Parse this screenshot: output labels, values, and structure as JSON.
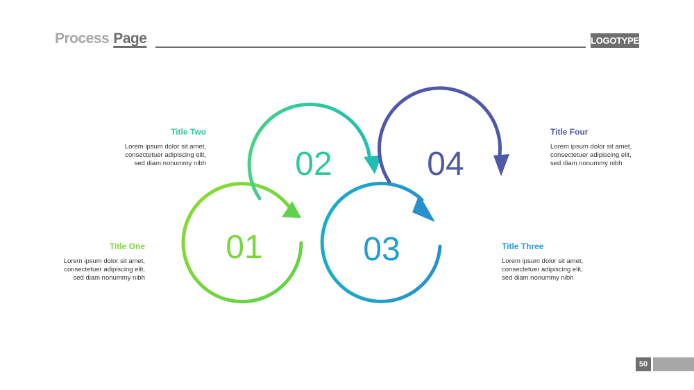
{
  "header": {
    "title_light": "Process",
    "title_dark": "Page",
    "logo": "LOGOTYPE"
  },
  "steps": [
    {
      "number": "01",
      "title": "Title One",
      "lines": [
        "Lorem ipsum dolor sit amet,",
        "consectetuer adipiscing elit,",
        "sed diam nonummy nibh"
      ],
      "color": "#7ad63a"
    },
    {
      "number": "02",
      "title": "Title Two",
      "lines": [
        "Lorem ipsum dolor sit amet,",
        "consectetuer adipiscing elit,",
        "sed diam nonummy nibh"
      ],
      "color": "#2ec89c"
    },
    {
      "number": "03",
      "title": "Title Three",
      "lines": [
        "Lorem ipsum dolor sit amet,",
        "consectetuer adipiscing elit,",
        "sed diam nonummy nibh"
      ],
      "color": "#1e9fcf"
    },
    {
      "number": "04",
      "title": "Title Four",
      "lines": [
        "Lorem ipsum dolor sit amet,",
        "consectetuer adipiscing elit,",
        "sed diam nonummy nibh"
      ],
      "color": "#4f59a8"
    }
  ],
  "footer": {
    "page_number": "50"
  }
}
